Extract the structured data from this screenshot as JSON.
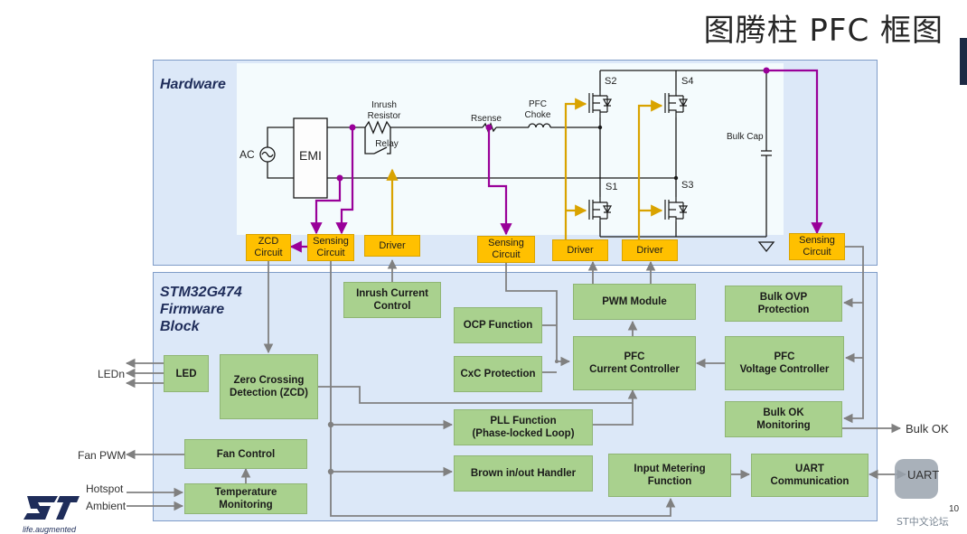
{
  "page": {
    "title": "图腾柱 PFC 框图",
    "page_number": "10"
  },
  "hardware": {
    "panel_title": "Hardware",
    "labels": {
      "ac": "AC",
      "emi": "EMI",
      "inrush_resistor": "Inrush\nResistor",
      "relay": "Relay",
      "rsense": "Rsense",
      "pfc_choke": "PFC\nChoke",
      "s1": "S1",
      "s2": "S2",
      "s3": "S3",
      "s4": "S4",
      "bulk_cap": "Bulk Cap"
    },
    "blocks": {
      "zcd_circuit": "ZCD\nCircuit",
      "sensing_circuit_1": "Sensing\nCircuit",
      "driver_relay": "Driver",
      "sensing_circuit_2": "Sensing\nCircuit",
      "driver_s1s2": "Driver",
      "driver_s3s4": "Driver",
      "sensing_circuit_3": "Sensing\nCircuit"
    }
  },
  "firmware": {
    "panel_title": "STM32G474\nFirmware\nBlock",
    "blocks": {
      "inrush_current_control": "Inrush Current\nControl",
      "pwm_module": "PWM Module",
      "bulk_ovp_protection": "Bulk OVP\nProtection",
      "ocp_function": "OCP Function",
      "pfc_current_controller": "PFC\nCurrent Controller",
      "pfc_voltage_controller": "PFC\nVoltage Controller",
      "cxc_protection": "CxC Protection",
      "led": "LED",
      "zero_crossing_detection": "Zero Crossing\nDetection (ZCD)",
      "bulk_ok_monitoring": "Bulk OK\nMonitoring",
      "pll_function": "PLL Function\n(Phase-locked Loop)",
      "fan_control": "Fan Control",
      "brown_in_out_handler": "Brown in/out Handler",
      "input_metering_function": "Input Metering\nFunction",
      "uart_communication": "UART\nCommunication",
      "temperature_monitoring": "Temperature\nMonitoring"
    }
  },
  "external": {
    "ledn": "LEDn",
    "fan_pwm": "Fan PWM",
    "hotspot": "Hotspot",
    "ambient": "Ambient",
    "bulk_ok": "Bulk OK",
    "uart": "UART"
  },
  "branding": {
    "tagline": "life.augmented",
    "watermark": "ST中文论坛"
  },
  "colors": {
    "panel_fill": "#dce8f8",
    "panel_border": "#7f9cc8",
    "block_green": "#a9d18e",
    "block_yellow": "#ffc000",
    "signal_purple": "#990099",
    "signal_gold": "#d9a300",
    "connector_gray": "#808080",
    "st_blue": "#1f2d5a"
  }
}
